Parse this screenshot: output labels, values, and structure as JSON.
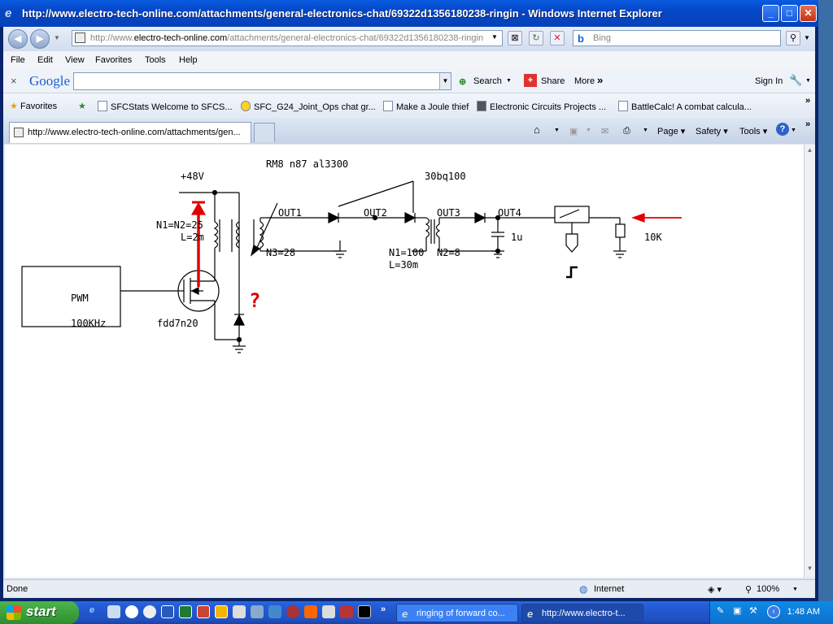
{
  "window": {
    "title": "http://www.electro-tech-online.com/attachments/general-electronics-chat/69322d1356180238-ringin - Windows Internet Explorer"
  },
  "address": {
    "url_prefix": "http://www.",
    "url_host": "electro-tech-online.com",
    "url_path": "/attachments/general-electronics-chat/69322d1356180238-ringin",
    "search_placeholder": "Bing"
  },
  "menu": [
    "File",
    "Edit",
    "View",
    "Favorites",
    "Tools",
    "Help"
  ],
  "google": {
    "logo": "Google",
    "search": "Search",
    "share": "Share",
    "more": "More",
    "more_chevron": "»",
    "signin": "Sign In"
  },
  "favorites": {
    "label": "Favorites",
    "items": [
      "SFCStats  Welcome to SFCS...",
      "SFC_G24_Joint_Ops chat gr...",
      "Make a Joule thief",
      "Electronic Circuits Projects ...",
      "BattleCalc! A combat calcula..."
    ],
    "overflow": "»"
  },
  "tab": {
    "title": "http://www.electro-tech-online.com/attachments/gen..."
  },
  "commands": {
    "page": "Page",
    "safety": "Safety",
    "tools": "Tools",
    "help": "?",
    "overflow": "»"
  },
  "schematic": {
    "supply": "+48V",
    "transformer_core": "RM8  n87  al3300",
    "diode_part": "30bq100",
    "primary": "N1=N2=25",
    "inductance_primary": "L=2m",
    "tertiary": "N3=28",
    "secondary_n1": "N1=100",
    "secondary_l": "L=30m",
    "secondary_n2": "N2=8",
    "out1": "OUT1",
    "out2": "OUT2",
    "out3": "OUT3",
    "out4": "OUT4",
    "cap": "1u",
    "load": "10K",
    "pwm": "PWM",
    "pwm_freq": "100KHz",
    "mosfet": "fdd7n20",
    "question": "?"
  },
  "status": {
    "text": "Done",
    "zone": "Internet",
    "zoom": "100%"
  },
  "taskbar": {
    "start": "start",
    "tasks": [
      "ringing of forward co...",
      "http://www.electro-t..."
    ],
    "overflow": "»",
    "clock": "1:48 AM"
  }
}
